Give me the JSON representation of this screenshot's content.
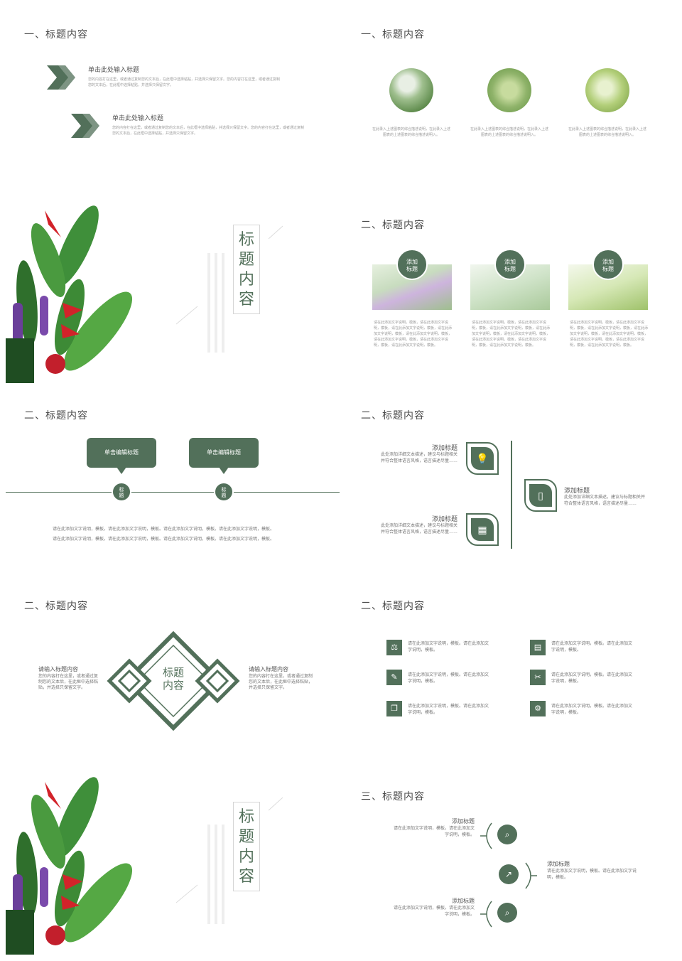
{
  "slide1": {
    "title": "一、标题内容",
    "items": [
      {
        "heading": "单击此处输入标题",
        "body": "您的内容打在这里，或者通过复制您的文本后，在此框中选择粘贴，并选择只保留文字。您的内容打在这里，或者通过复制您的文本后，在此框中选择粘贴，并选择只保留文字。"
      },
      {
        "heading": "单击此处输入标题",
        "body": "您的内容打在这里，或者通过复制您的文本后，在此框中选择粘贴，并选择只保留文字。您的内容打在这里，或者通过复制您的文本后，在此框中选择粘贴，并选择只保留文字。"
      }
    ]
  },
  "slide2": {
    "title": "一、标题内容",
    "captions": [
      "在此录入上述图表的综合描述说明，在此录入上述图表的上述图表的综合描述说明入。",
      "在此录入上述图表的综合描述说明，在此录入上述图表的上述图表的综合描述说明入。",
      "在此录入上述图表的综合描述说明，在此录入上述图表的上述图表的综合描述说明入。"
    ]
  },
  "slide3": {
    "title_chars": [
      "标",
      "题",
      "内",
      "容"
    ]
  },
  "slide4": {
    "title": "二、标题内容",
    "badges": [
      "添加\n标题",
      "添加\n标题",
      "添加\n标题"
    ],
    "captions": [
      "请在此添加文字说明，模板，请在此添加文字说明，模板，请在此添加文字说明，模板，请在此添加文字说明，模板，请在此添加文字说明，模板，请在此添加文字说明，模板，请在此添加文字说明，模板，请在此添加文字说明，模板。",
      "请在此添加文字说明，模板，请在此添加文字说明，模板，请在此添加文字说明，模板，请在此添加文字说明，模板，请在此添加文字说明，模板，请在此添加文字说明，模板，请在此添加文字说明，模板，请在此添加文字说明，模板。",
      "请在此添加文字说明，模板，请在此添加文字说明，模板，请在此添加文字说明，模板，请在此添加文字说明，模板，请在此添加文字说明，模板，请在此添加文字说明，模板，请在此添加文字说明，模板，请在此添加文字说明，模板。"
    ]
  },
  "slide5": {
    "title": "二、标题内容",
    "bubbles": [
      "单击编辑标题",
      "单击编辑标题"
    ],
    "dots": [
      "标\n题",
      "标\n题"
    ],
    "lines": [
      "请在此添加文字说明，模板。请在此添加文字说明，模板。请在此添加文字说明，模板。请在此添加文字说明，模板。",
      "请在此添加文字说明，模板。请在此添加文字说明，模板。请在此添加文字说明，模板。请在此添加文字说明，模板。"
    ]
  },
  "slide6": {
    "title": "二、标题内容",
    "items": [
      {
        "heading": "添加标题",
        "body": "此处添加详细文本描述，建议与标题相关并符合整体语言风格，语言描述尽量……"
      },
      {
        "heading": "添加标题",
        "body": "此处添加详细文本描述，建议与标题相关并符合整体语言风格，语言描述尽量……"
      },
      {
        "heading": "添加标题",
        "body": "此处添加详细文本描述，建议与标题相关并符合整体语言风格，语言描述尽量……"
      }
    ]
  },
  "slide7": {
    "title": "二、标题内容",
    "center": [
      "标题",
      "内容"
    ],
    "left": {
      "heading": "请输入标题内容",
      "body": "您的内容打在这里，或者通过复制您的文本后，在此框中选择粘贴，并选择只保留文字。"
    },
    "right": {
      "heading": "请输入标题内容",
      "body": "您的内容打在这里，或者通过复制您的文本后，在此框中选择粘贴，并选择只保留文字。"
    }
  },
  "slide8": {
    "title": "二、标题内容",
    "items": [
      "请在此添加文字说明，模板。请在此添加文字说明，模板。",
      "请在此添加文字说明，模板。请在此添加文字说明，模板。",
      "请在此添加文字说明，模板。请在此添加文字说明，模板。",
      "请在此添加文字说明，模板。请在此添加文字说明，模板。",
      "请在此添加文字说明，模板。请在此添加文字说明，模板。",
      "请在此添加文字说明，模板。请在此添加文字说明，模板。"
    ]
  },
  "slide9": {
    "title_chars": [
      "标",
      "题",
      "内",
      "容"
    ]
  },
  "slide10": {
    "title": "三、标题内容",
    "items": [
      {
        "heading": "添加标题",
        "body": "请在此添加文字说明，模板。请在此添加文字说明，模板。"
      },
      {
        "heading": "添加标题",
        "body": "请在此添加文字说明，模板。请在此添加文字说明，模板。"
      },
      {
        "heading": "添加标题",
        "body": "请在此添加文字说明，模板。请在此添加文字说明，模板。"
      }
    ]
  },
  "colors": {
    "accent": "#52705a",
    "leaf": "#3f8f3a",
    "flower": "#d2232a"
  }
}
